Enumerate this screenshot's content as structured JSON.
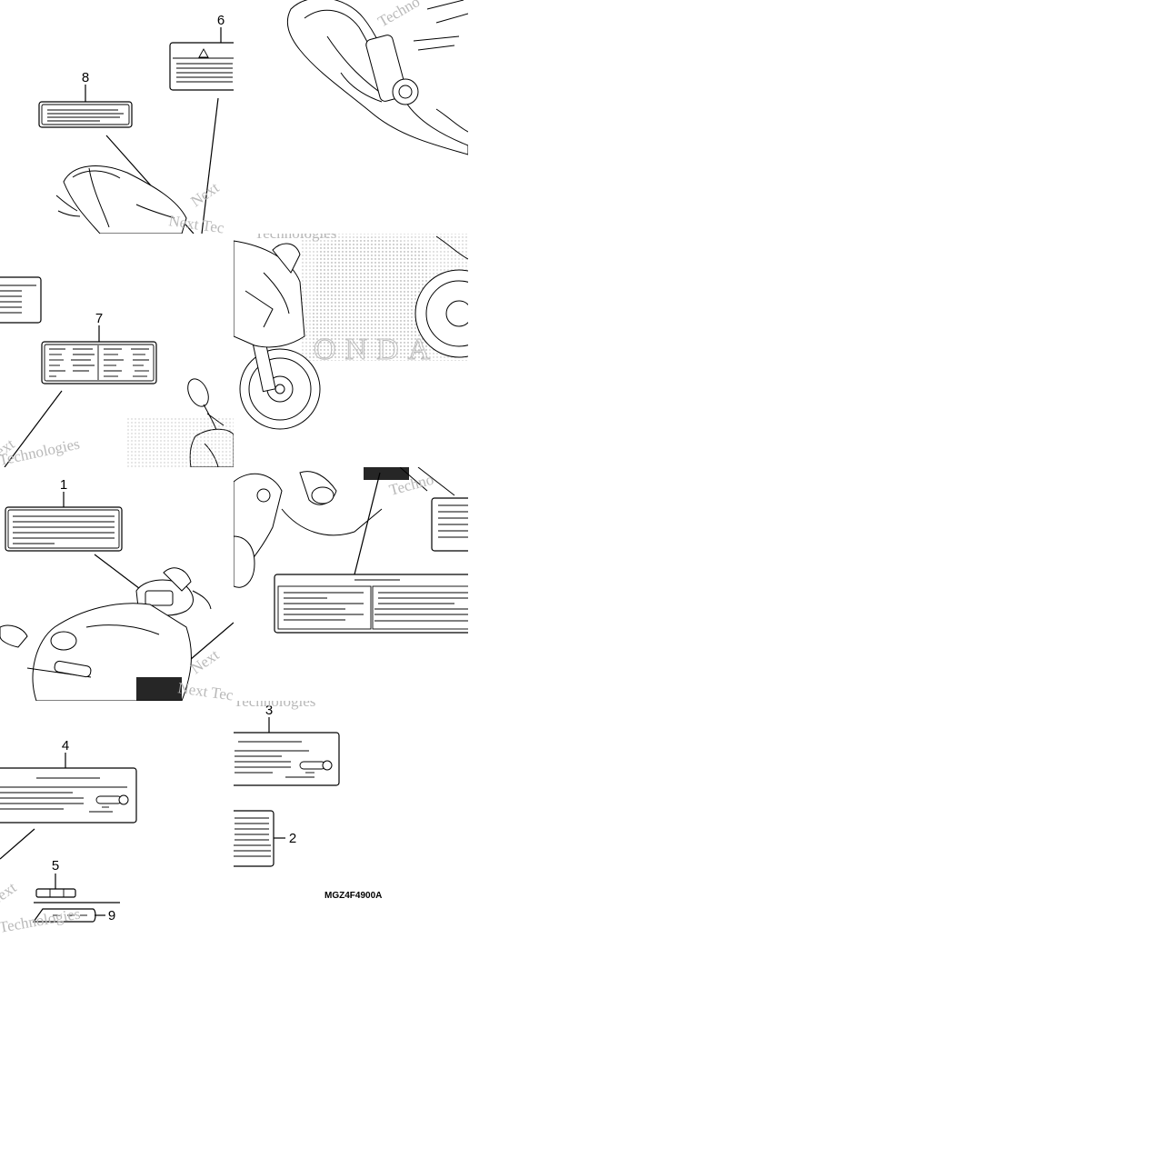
{
  "callouts": {
    "c1": "1",
    "c2": "2",
    "c3": "3",
    "c4": "4",
    "c5": "5",
    "c6": "6",
    "c7": "7",
    "c8": "8",
    "c9": "9"
  },
  "part_code": "MGZ4F4900A",
  "watermark": {
    "technologies": "Technologies",
    "next_tech": "Next Tec",
    "tech_short": "Techno",
    "next": "Next"
  },
  "colors": {
    "line": "#000000",
    "watermark": "#b9b9b9",
    "dots": "#9a9a9a"
  }
}
